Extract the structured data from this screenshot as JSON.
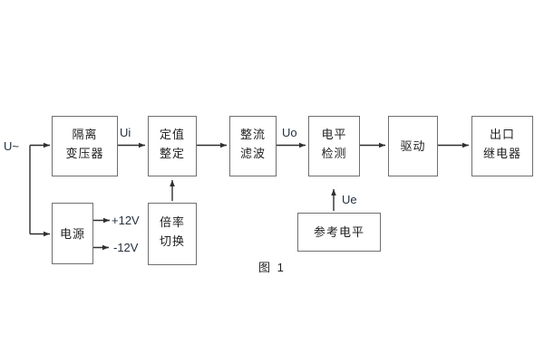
{
  "diagram": {
    "caption": "图 1",
    "colors": {
      "background": "#ffffff",
      "box_border": "#6f6f6f",
      "wire": "#2f2f2f",
      "text": "#1f1f1f"
    },
    "blocks": {
      "isolation_transformer": {
        "lines": [
          "隔离",
          "变压器"
        ]
      },
      "setting_adjust": {
        "lines": [
          "定值",
          "整定"
        ]
      },
      "rectifier_filter": {
        "lines": [
          "整流",
          "滤波"
        ]
      },
      "level_detection": {
        "lines": [
          "电平",
          "检测"
        ]
      },
      "driver": {
        "lines": [
          "驱动"
        ]
      },
      "output_relay": {
        "lines": [
          "出口",
          "继电器"
        ]
      },
      "power_supply": {
        "lines": [
          "电源"
        ]
      },
      "ratio_switch": {
        "lines": [
          "倍率",
          "切换"
        ]
      },
      "reference_level": {
        "lines": [
          "参考电平"
        ]
      }
    },
    "signals": {
      "input": "U~",
      "ui": "Ui",
      "uo": "Uo",
      "ue": "Ue",
      "positive_rail": "+12V",
      "negative_rail": "-12V"
    }
  }
}
